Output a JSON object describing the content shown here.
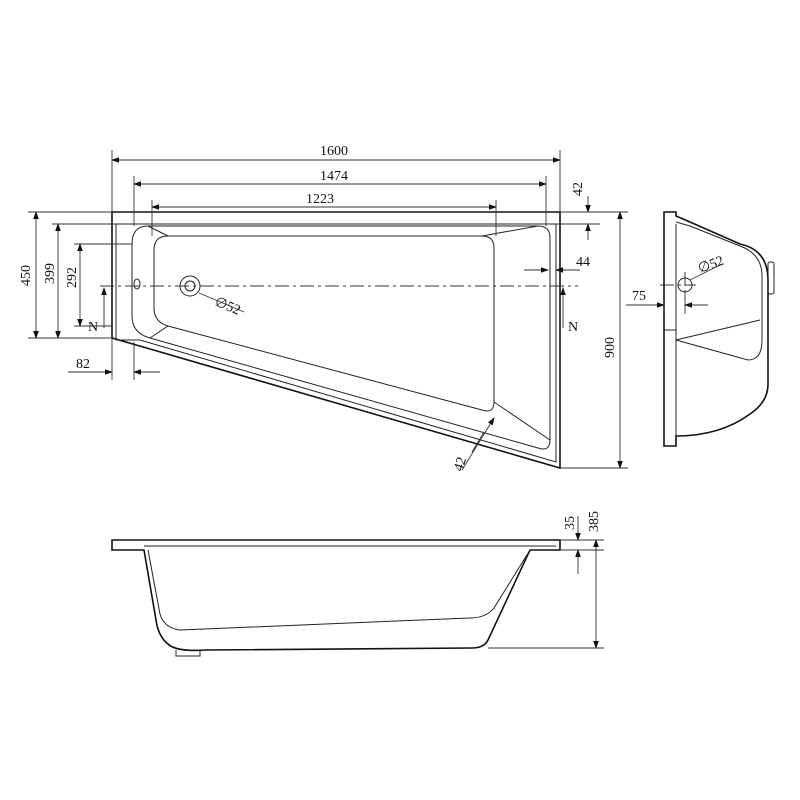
{
  "dimensions": {
    "overall_length": "1600",
    "outer_inner_length": "1474",
    "inner_base_length": "1223",
    "rim_offset": "42",
    "narrow_end_width": "450",
    "width_399": "399",
    "waste_height": "292",
    "waste_offset": "82",
    "rim_44": "44",
    "overall_width": "900",
    "diagonal_rim": "42",
    "waste_diameter": "52",
    "side_waste_diameter": "52",
    "side_offset": "75",
    "rim_thickness": "35",
    "overall_height": "385"
  },
  "labels": {
    "section_mark": "N",
    "diameter_symbol": "∅"
  }
}
